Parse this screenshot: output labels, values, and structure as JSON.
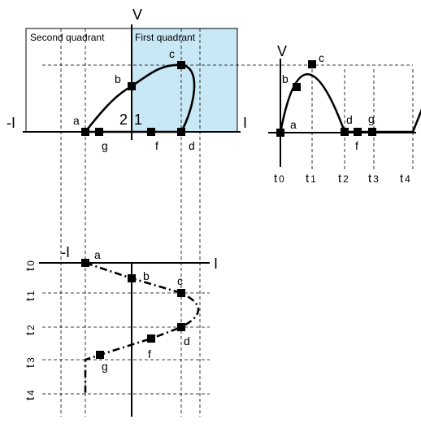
{
  "quadrants": {
    "second_label": "Second quadrant",
    "first_label": "First quadrant",
    "first_fill": "#c9e8f6"
  },
  "iv_plot": {
    "v_axis_label": "V",
    "i_pos_label": "I",
    "i_neg_label": "-I",
    "quadrant_num_2": "2",
    "quadrant_num_1": "1",
    "points": [
      "a",
      "b",
      "c",
      "d",
      "f",
      "g"
    ]
  },
  "vt_plot": {
    "v_axis_label": "V",
    "points": [
      "a",
      "b",
      "c",
      "d",
      "g",
      "f"
    ],
    "ticks": [
      {
        "t": "t",
        "sub": "0"
      },
      {
        "t": "t",
        "sub": "1"
      },
      {
        "t": "t",
        "sub": "2"
      },
      {
        "t": "t",
        "sub": "3"
      },
      {
        "t": "t",
        "sub": "4"
      }
    ]
  },
  "it_plot": {
    "i_neg_label": "-I",
    "i_pos_label": "I",
    "points": [
      "a",
      "b",
      "c",
      "d",
      "f",
      "g"
    ],
    "ticks": [
      {
        "t": "t",
        "sub": "0"
      },
      {
        "t": "t",
        "sub": "1"
      },
      {
        "t": "t",
        "sub": "2"
      },
      {
        "t": "t",
        "sub": "3"
      },
      {
        "t": "t",
        "sub": "4"
      }
    ]
  }
}
